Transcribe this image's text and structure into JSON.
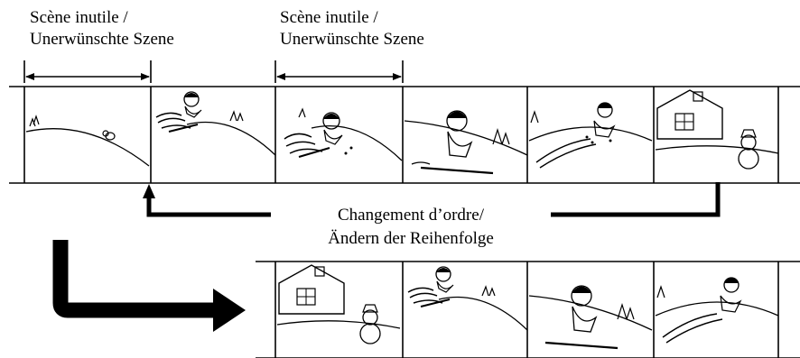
{
  "labels": {
    "unwanted_1": {
      "line1": "Scène inutile /",
      "line2": "Unerwünschte Szene"
    },
    "unwanted_2": {
      "line1": "Scène inutile /",
      "line2": "Unerwünschte Szene"
    },
    "reorder": {
      "line1": "Changement d’ordre/",
      "line2": "Ändern der Reihenfolge"
    }
  },
  "top_strip_scenes": [
    "hill-snowman-small",
    "skier-downhill",
    "skier-downhill",
    "skier-crouch",
    "skier-fall",
    "house-snowman"
  ],
  "bottom_strip_scenes": [
    "house-snowman",
    "skier-downhill",
    "skier-crouch",
    "skier-fall"
  ],
  "colors": {
    "line": "#000000",
    "background": "#ffffff"
  }
}
